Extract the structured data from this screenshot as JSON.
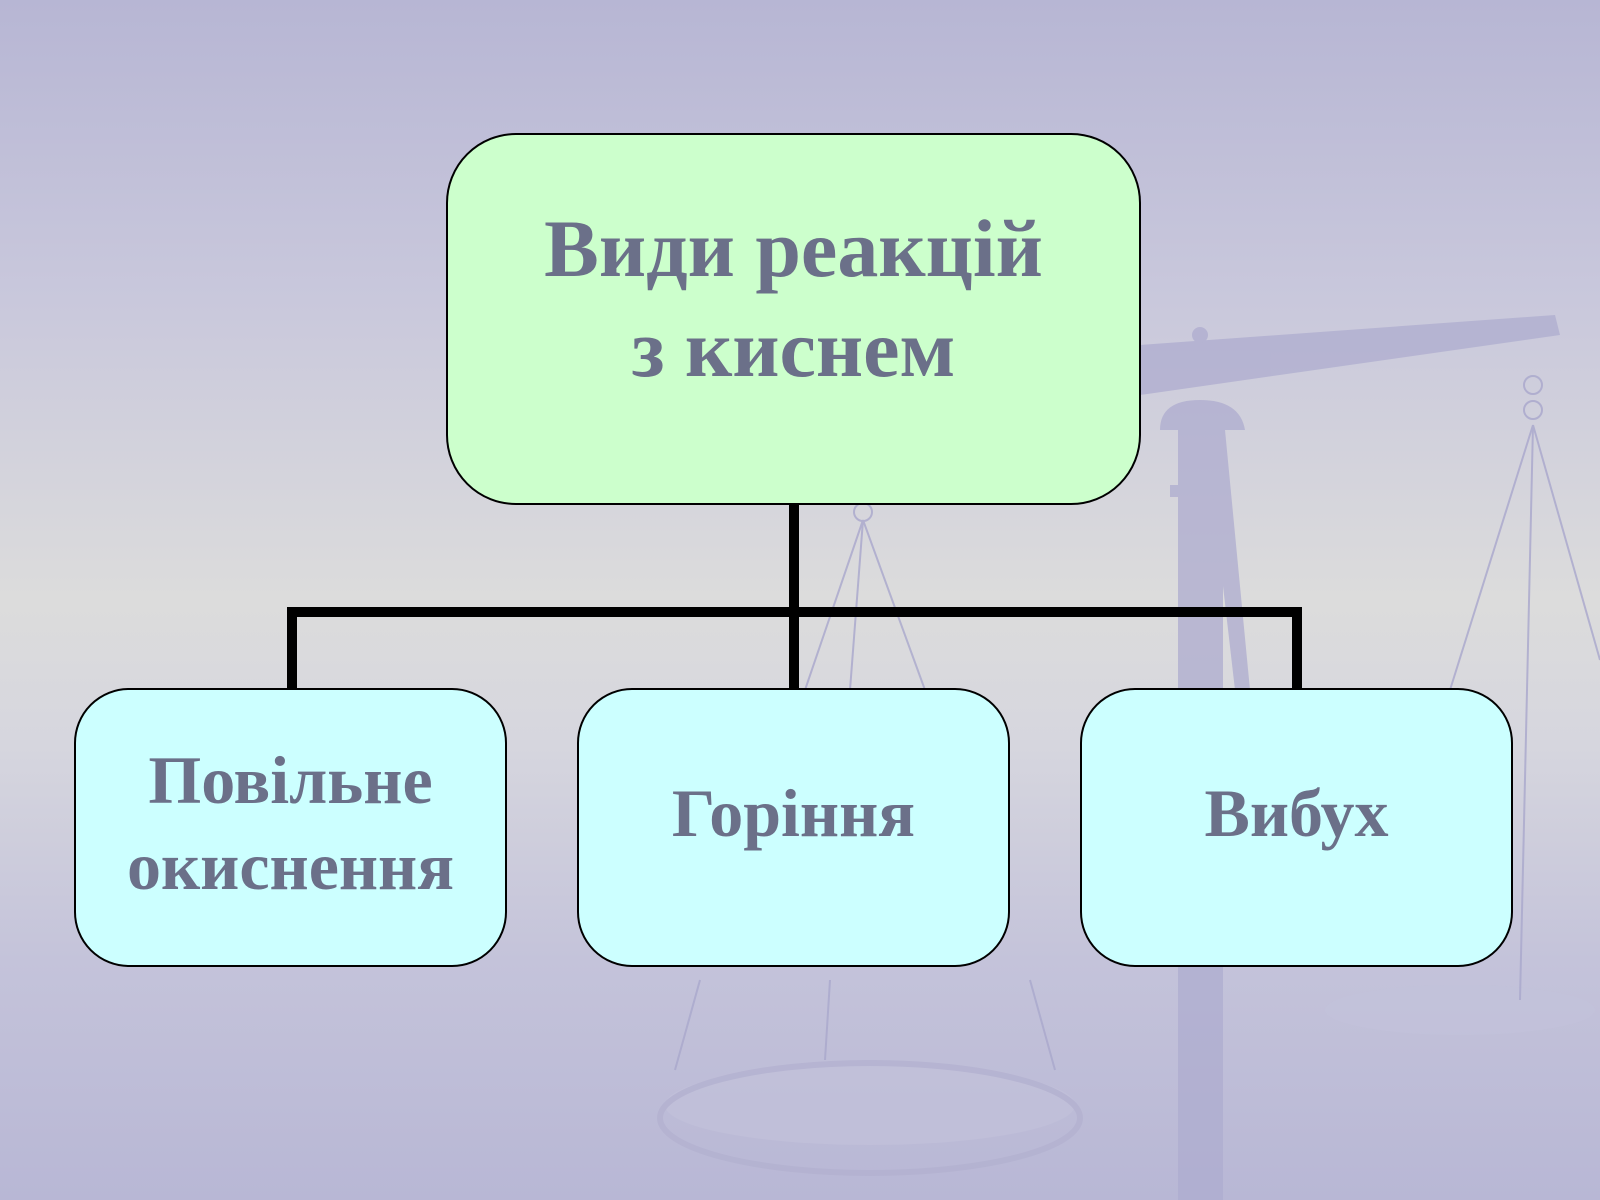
{
  "diagram": {
    "root": {
      "line1": "Види реакцій",
      "line2": "з киснем"
    },
    "children": [
      {
        "line1": "Повільне",
        "line2": "окиснення"
      },
      {
        "label": "Горіння"
      },
      {
        "label": "Вибух"
      }
    ]
  },
  "colors": {
    "root_fill": "#ccffcc",
    "child_fill": "#ccffff",
    "text": "#6b7089"
  }
}
